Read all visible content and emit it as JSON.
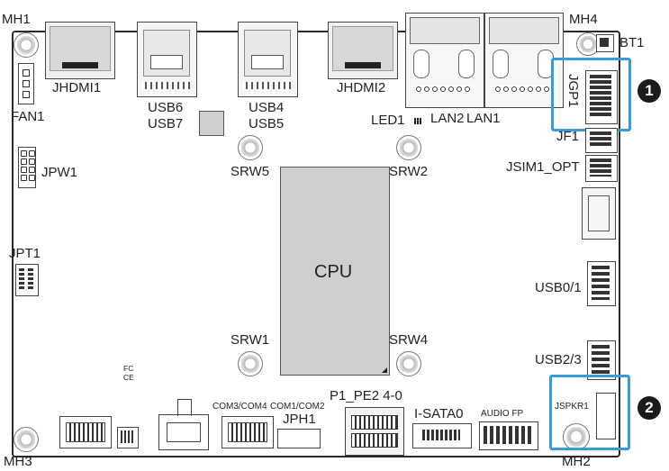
{
  "labels": {
    "mh1": "MH1",
    "mh2": "MH2",
    "mh3": "MH3",
    "mh4": "MH4",
    "bt1": "BT1",
    "jhdmi1": "JHDMI1",
    "jhdmi2": "JHDMI2",
    "usb6": "USB6",
    "usb7": "USB7",
    "usb4": "USB4",
    "usb5": "USB5",
    "lan2": "LAN2",
    "lan1": "LAN1",
    "fan1": "FAN1",
    "jpw1": "JPW1",
    "jpt1": "JPT1",
    "led1": "LED1",
    "srw5": "SRW5",
    "srw2": "SRW2",
    "srw1": "SRW1",
    "srw4": "SRW4",
    "cpu": "CPU",
    "jgp1": "JGP1",
    "jf1": "JF1",
    "jsim1": "JSIM1_OPT",
    "usb01": "USB0/1",
    "usb23": "USB2/3",
    "jspkr1": "JSPKR1",
    "p1pe2": "P1_PE2 4-0",
    "isata0": "I-SATA0",
    "audio": "AUDIO FP",
    "com34": "COM3/COM4",
    "com12": "COM1/COM2",
    "jph1": "JPH1",
    "fc": "FC",
    "ce": "CE"
  },
  "callouts": [
    "1",
    "2"
  ],
  "colors": {
    "highlight": "#3b9ad9",
    "callout_bg": "#1b1b1b"
  }
}
